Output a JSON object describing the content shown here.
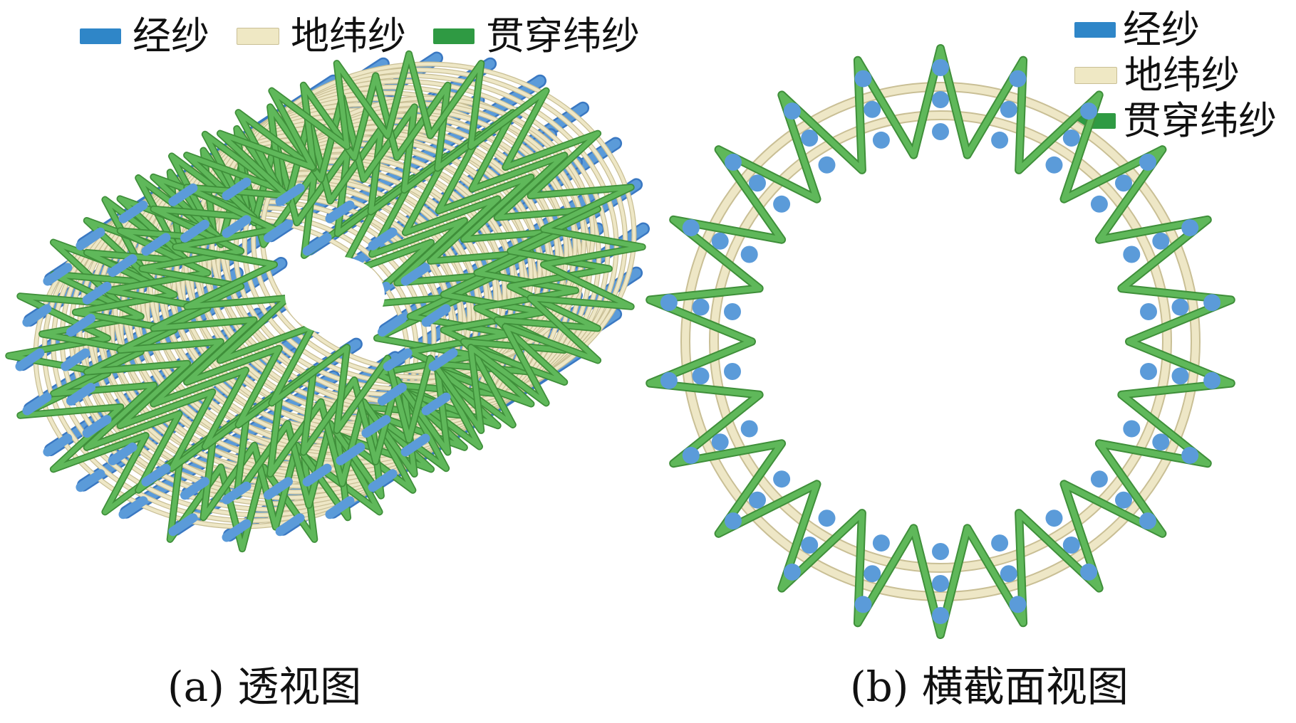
{
  "legend_a": {
    "items": [
      {
        "label": "经纱",
        "color": "#2f86c8"
      },
      {
        "label": "地纬纱",
        "color": "#efe8c4"
      },
      {
        "label": "贯穿纬纱",
        "color": "#2f9a43"
      }
    ]
  },
  "legend_b": {
    "items": [
      {
        "label": "经纱",
        "color": "#2f86c8"
      },
      {
        "label": "地纬纱",
        "color": "#efe8c4"
      },
      {
        "label": "贯穿纬纱",
        "color": "#2f9a43"
      }
    ]
  },
  "captions": {
    "a": "(a) 透视图",
    "b": "(b) 横截面视图"
  },
  "colors": {
    "warp": "#5b9bd9",
    "warp_dark": "#3a78c2",
    "ground_weft": "#eee7c6",
    "ground_weft_edge": "#c9bf95",
    "through_weft": "#5fb85a",
    "through_weft_edge": "#3f8f3a"
  },
  "cross_section": {
    "through_weft_zigzag_count": 22,
    "warp_dots_per_zigzag": 3
  }
}
